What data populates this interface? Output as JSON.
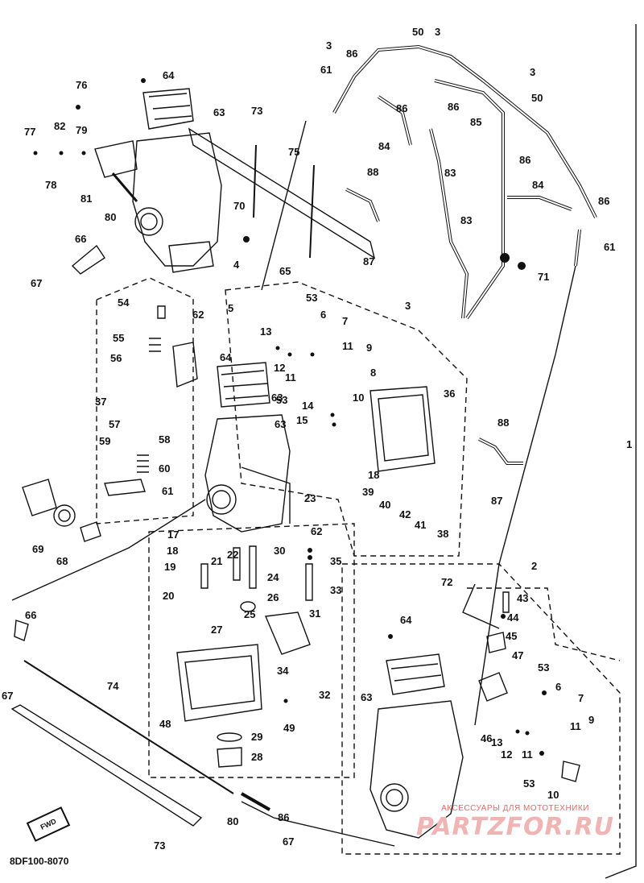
{
  "diagram": {
    "part_code": "8DF100-8070",
    "fwd_mark": "FWD",
    "watermark": {
      "line1": "АКСЕССУАРЫ ДЛЯ МОТОТЕХНИКИ",
      "line2": "PARTZFOR.RU"
    },
    "labels": [
      "1",
      "2",
      "3",
      "3",
      "3",
      "3",
      "4",
      "5",
      "6",
      "6",
      "7",
      "7",
      "8",
      "9",
      "9",
      "10",
      "10",
      "11",
      "11",
      "11",
      "11",
      "12",
      "12",
      "13",
      "13",
      "14",
      "15",
      "17",
      "18",
      "18",
      "19",
      "20",
      "21",
      "22",
      "23",
      "24",
      "25",
      "26",
      "27",
      "28",
      "29",
      "30",
      "31",
      "32",
      "33",
      "34",
      "35",
      "36",
      "37",
      "38",
      "39",
      "40",
      "41",
      "42",
      "43",
      "44",
      "45",
      "46",
      "47",
      "48",
      "49",
      "50",
      "50",
      "53",
      "53",
      "53",
      "53",
      "54",
      "55",
      "56",
      "57",
      "58",
      "59",
      "60",
      "61",
      "61",
      "61",
      "62",
      "62",
      "63",
      "63",
      "63",
      "63",
      "64",
      "64",
      "64",
      "65",
      "66",
      "66",
      "67",
      "67",
      "67",
      "68",
      "69",
      "70",
      "71",
      "72",
      "73",
      "73",
      "74",
      "75",
      "76",
      "77",
      "78",
      "79",
      "80",
      "80",
      "81",
      "82",
      "83",
      "83",
      "84",
      "84",
      "85",
      "86",
      "86",
      "86",
      "86",
      "86",
      "86",
      "87",
      "87",
      "88",
      "88"
    ]
  }
}
